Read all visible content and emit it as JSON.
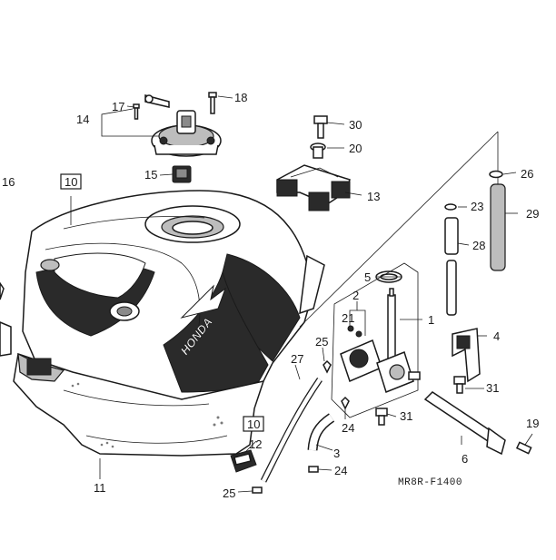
{
  "diagram": {
    "drawing_code": "MR8R-F1400",
    "tank_logo": "HONDA",
    "callouts": [
      "1",
      "2",
      "3",
      "4",
      "5",
      "6",
      "10",
      "10",
      "11",
      "12",
      "13",
      "14",
      "15",
      "16",
      "17",
      "18",
      "19",
      "20",
      "21",
      "23",
      "24",
      "24",
      "25",
      "25",
      "26",
      "27",
      "28",
      "29",
      "30",
      "31",
      "31"
    ]
  }
}
